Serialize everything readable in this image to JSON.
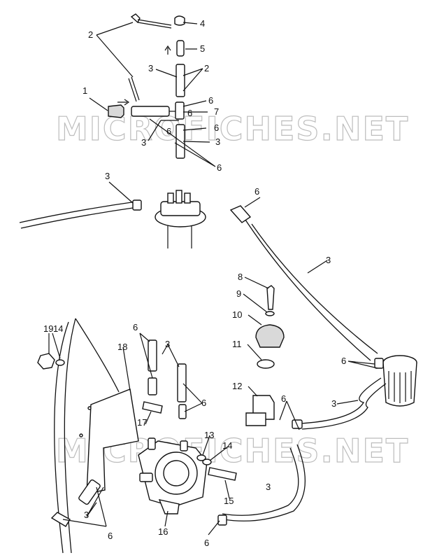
{
  "watermark": "MICROFICHES.NET",
  "callouts": {
    "c1": "1",
    "c2a": "2",
    "c2b": "2",
    "c3a": "3",
    "c3b": "3",
    "c3c": "3",
    "c3d": "3",
    "c3e": "3",
    "c3f": "3",
    "c3g": "3",
    "c3h": "3",
    "c3i": "3",
    "c4": "4",
    "c5": "5",
    "c6a": "6",
    "c6b": "6",
    "c6c": "6",
    "c6d": "6",
    "c6e": "6",
    "c6f": "6",
    "c6g": "6",
    "c6h": "6",
    "c6i": "6",
    "c6j": "6",
    "c6k": "6",
    "c7": "7",
    "c8": "8",
    "c9": "9",
    "c10": "10",
    "c11": "11",
    "c12": "12",
    "c13": "13",
    "c14a": "14",
    "c14b": "14",
    "c15": "15",
    "c16": "16",
    "c17": "17",
    "c18": "18",
    "c19": "19"
  }
}
